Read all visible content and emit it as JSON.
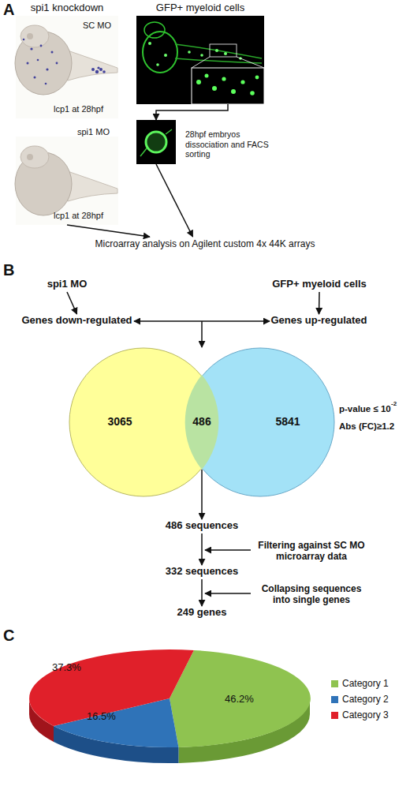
{
  "diagram": {
    "nodes": [
      {
        "text": [
          "spi1 knockdown",
          "SC MO",
          "lcp1 at 28hpf"
        ]
      },
      {
        "text": [
          "spi1 MO",
          "lcp1 at 28hpf"
        ]
      },
      {
        "text": [
          "GFP+ myeloid cells"
        ]
      },
      {
        "text": [
          "28hpf embryos dissociation and FACS sorting"
        ]
      },
      {
        "text": [
          "Microarray analysis on Agilent custom 4x 44K arrays"
        ]
      },
      {
        "text": [
          "spi1 MO"
        ]
      },
      {
        "text": [
          "Genes down-regulated"
        ]
      },
      {
        "text": [
          "GFP+ myeloid cells"
        ]
      },
      {
        "text": [
          "Genes up-regulated"
        ]
      },
      {
        "text": [
          "3065"
        ]
      },
      {
        "text": [
          "5841"
        ]
      },
      {
        "text": [
          "486"
        ]
      },
      {
        "text": [
          "486 sequences"
        ]
      },
      {
        "text": [
          "332 sequences"
        ]
      },
      {
        "text": [
          "249 genes"
        ]
      }
    ],
    "edges": [
      {
        "from": 1,
        "to": 4,
        "arrow": "to"
      },
      {
        "from": 3,
        "to": 4,
        "arrow": "to"
      },
      {
        "from": 2,
        "to": 3,
        "arrow": "to"
      },
      {
        "from": 5,
        "to": 6,
        "arrow": "to"
      },
      {
        "from": 7,
        "to": 8,
        "arrow": "to"
      },
      {
        "from": 6,
        "to": 8,
        "arrow": "both"
      },
      {
        "from": 11,
        "to": 12,
        "arrow": "to"
      },
      {
        "from": 12,
        "to": 13,
        "arrow": "to"
      },
      {
        "from": 13,
        "to": 14,
        "arrow": "to"
      }
    ],
    "labels": [
      "A",
      "B",
      "C",
      "p-value ≤ 10",
      "-2",
      "Abs (FC)≥1.2",
      "Filtering against SC MO microarray data",
      "Collapsing sequences into single genes",
      "46.2%",
      "16.5%",
      "37.3%"
    ],
    "legend": [
      {
        "text": "Category 1",
        "color": "#8fc350"
      },
      {
        "text": "Category 2",
        "color": "#2f73b8"
      },
      {
        "text": "Category 3",
        "color": "#e0202a"
      }
    ]
  }
}
